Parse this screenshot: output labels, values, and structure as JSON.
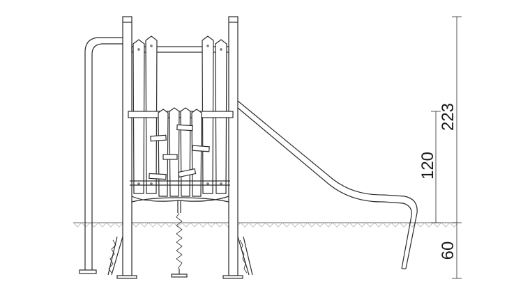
{
  "dimensions": {
    "total_height": "223",
    "platform_height": "120",
    "foundation_depth": "60"
  }
}
